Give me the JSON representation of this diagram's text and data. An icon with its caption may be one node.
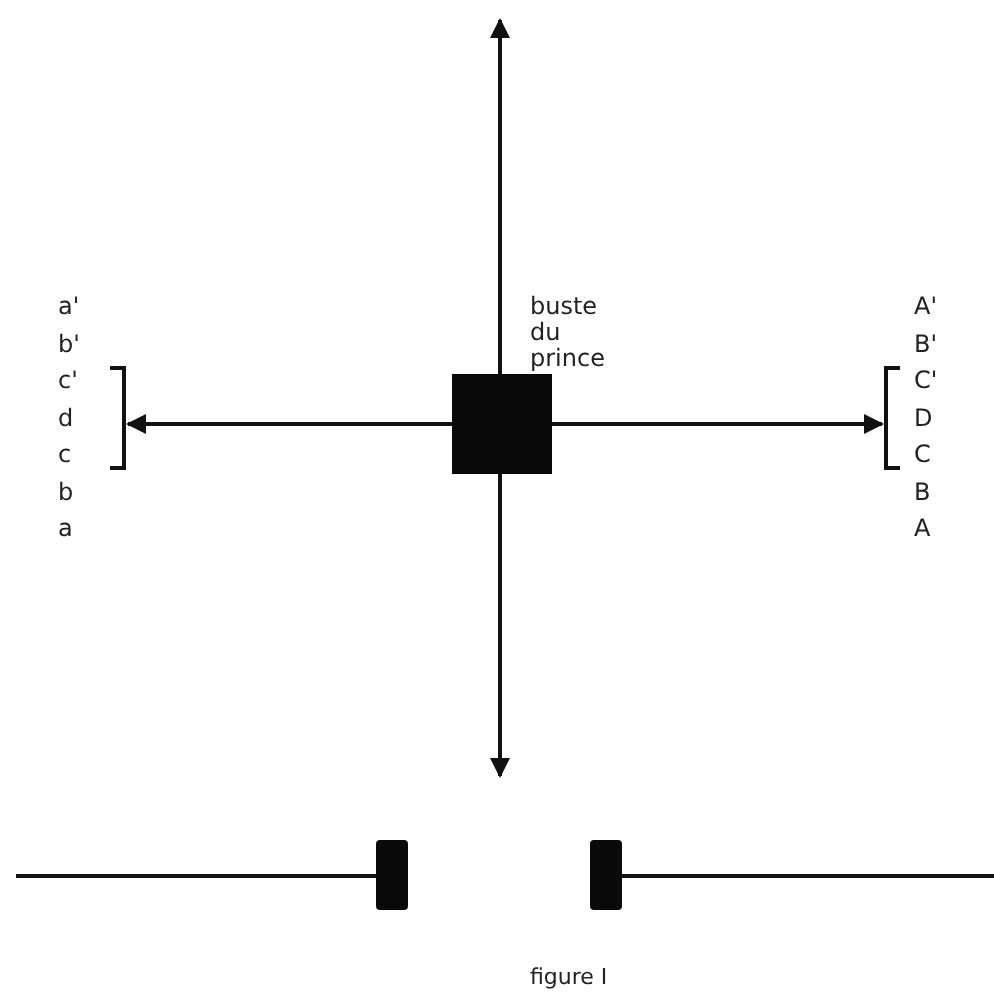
{
  "diagram": {
    "caption": "figure I",
    "nodes": [
      {
        "text": [
          "buste du prince"
        ]
      },
      {
        "text": [],
        "shape": "bracket"
      },
      {
        "text": [],
        "shape": "bracket"
      },
      {
        "text": [],
        "shape": "bar"
      },
      {
        "text": [],
        "shape": "bar"
      }
    ],
    "edges": [
      {
        "from": 0,
        "to": null,
        "arrow": "to"
      },
      {
        "from": 0,
        "to": 1,
        "arrow": "to"
      },
      {
        "from": 0,
        "to": 2,
        "arrow": "to"
      },
      {
        "from": 0,
        "to": null,
        "arrow": "to"
      },
      {
        "from": null,
        "to": 3,
        "arrow": "none"
      },
      {
        "from": 4,
        "to": null,
        "arrow": "none"
      }
    ],
    "labels": [
      "a'",
      "b'",
      "c'",
      "d",
      "c",
      "b",
      "a",
      "A'",
      "B'",
      "C'",
      "D",
      "C",
      "B",
      "A"
    ]
  }
}
